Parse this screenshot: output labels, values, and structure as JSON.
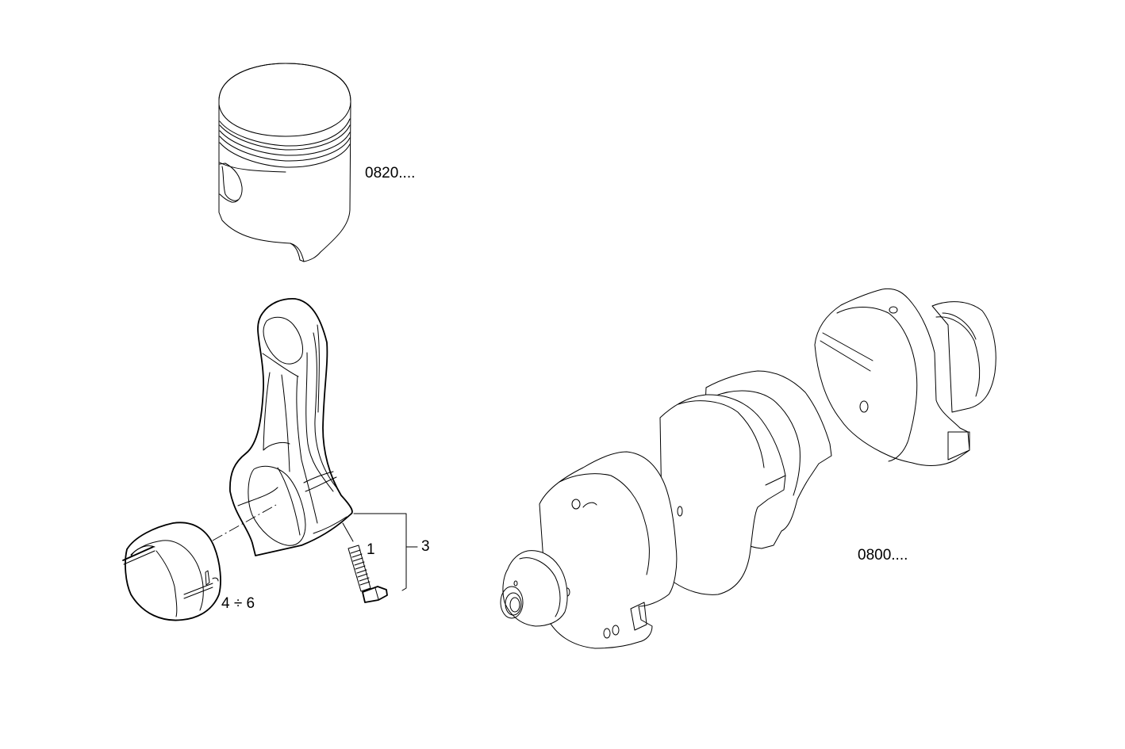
{
  "diagram": {
    "type": "exploded-parts-view",
    "parts": [
      {
        "id": "piston",
        "label": "0820....",
        "description": "piston (reference group)"
      },
      {
        "id": "connecting-rod-assembly",
        "label": "3",
        "description": "connecting rod assembly"
      },
      {
        "id": "bolt",
        "label": "1",
        "description": "connecting rod cap bolt"
      },
      {
        "id": "bearing-shell",
        "label": "4 ÷ 6",
        "description": "big-end bearing shells"
      },
      {
        "id": "crankshaft",
        "label": "0800....",
        "description": "crankshaft (reference group)"
      }
    ]
  },
  "labels": {
    "piston": "0820....",
    "bolt": "1",
    "rod_assembly": "3",
    "bearing": "4 ÷ 6",
    "crankshaft": "0800...."
  },
  "colors": {
    "line": "#000000",
    "background": "#ffffff"
  }
}
